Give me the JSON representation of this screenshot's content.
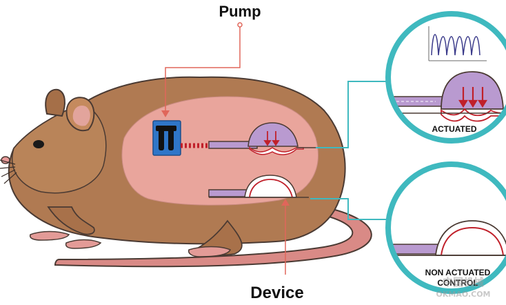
{
  "labels": {
    "pump": "Pump",
    "device": "Device",
    "actuated": "ACTUATED",
    "non_actuated_line1": "NON ACTUATED",
    "non_actuated_line2": "CONTROL"
  },
  "watermark": {
    "cn": "中国机械",
    "url": "OKMAO.COM"
  },
  "colors": {
    "body": "#b07a52",
    "body_outline": "#4a3a33",
    "inner_zone": "#e9a59c",
    "pump_box": "#2f76c8",
    "reservoir": "#b99ad0",
    "membrane": "#c0202a",
    "teal": "#3fb9bf",
    "leader_line": "#e0665a"
  },
  "icons": [
    "arrow-down-icon",
    "pressure-waveform-icon"
  ]
}
